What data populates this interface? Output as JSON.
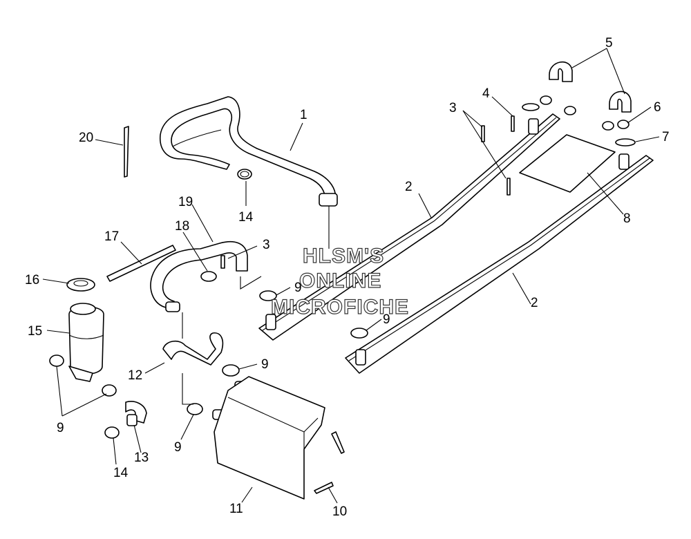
{
  "callouts": {
    "c1": "1",
    "c2a": "2",
    "c2b": "2",
    "c3a": "3",
    "c3b": "3",
    "c4": "4",
    "c5": "5",
    "c6": "6",
    "c7": "7",
    "c8": "8",
    "c9a": "9",
    "c9b": "9",
    "c9c": "9",
    "c9d": "9",
    "c9e": "9",
    "c10": "10",
    "c11": "11",
    "c12": "12",
    "c13": "13",
    "c14a": "14",
    "c14b": "14",
    "c15": "15",
    "c16": "16",
    "c17": "17",
    "c18": "18",
    "c19": "19",
    "c20": "20"
  },
  "watermark": {
    "line1": "HLSM'S",
    "line2": "ONLINE",
    "line3": "MICROFICHE"
  }
}
